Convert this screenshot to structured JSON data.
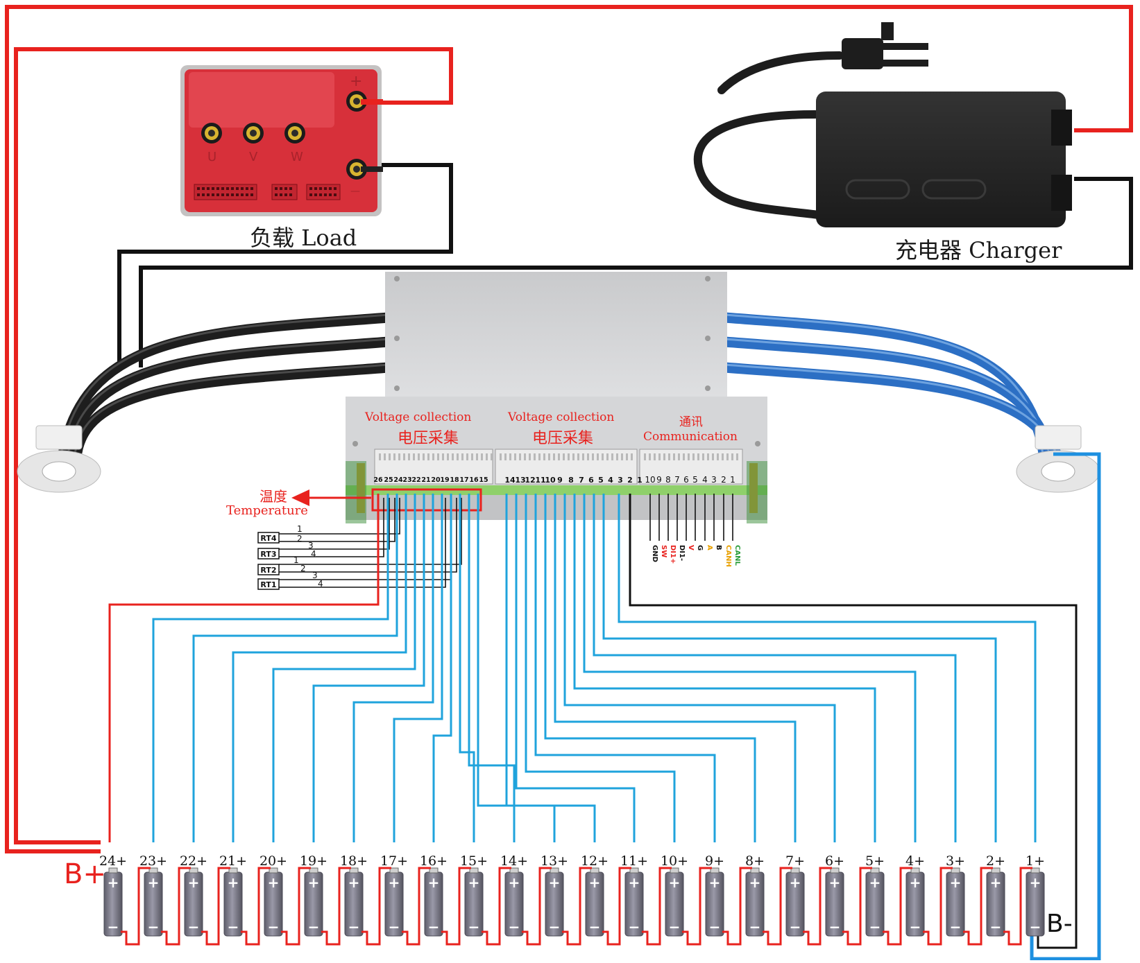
{
  "diagram": {
    "load": {
      "caption": "负载 Load",
      "phase_labels": [
        "U",
        "V",
        "W"
      ],
      "plus_symbol": "+",
      "minus_symbol": "—"
    },
    "charger": {
      "caption": "充电器 Charger"
    },
    "bms": {
      "voltage_collection_left": {
        "en": "Voltage collection",
        "zh": "电压采集"
      },
      "voltage_collection_right": {
        "en": "Voltage collection",
        "zh": "电压采集"
      },
      "communication": {
        "en": "Communication",
        "zh": "通讯"
      },
      "left_connector_pins": [
        "26",
        "25",
        "24",
        "23",
        "22",
        "21",
        "20",
        "19",
        "18",
        "17",
        "16",
        "15"
      ],
      "middle_connector_pins": [
        "14",
        "13",
        "12",
        "11",
        "10",
        "9",
        "8",
        "7",
        "6",
        "5",
        "4",
        "3",
        "2",
        "1"
      ],
      "comm_connector_pins": [
        "10",
        "9",
        "8",
        "7",
        "6",
        "5",
        "4",
        "3",
        "2",
        "1"
      ],
      "comm_signals": [
        {
          "label": "GND",
          "color": "#111111"
        },
        {
          "label": "SW",
          "color": "#e8221e"
        },
        {
          "label": "DI1+",
          "color": "#e8221e"
        },
        {
          "label": "DI1-",
          "color": "#111111"
        },
        {
          "label": "V",
          "color": "#e8221e"
        },
        {
          "label": "G",
          "color": "#111111"
        },
        {
          "label": "A",
          "color": "#e8a000"
        },
        {
          "label": "B",
          "color": "#111111"
        },
        {
          "label": "CANH",
          "color": "#e8a000"
        },
        {
          "label": "CANL",
          "color": "#2a9d3a"
        }
      ]
    },
    "temperature": {
      "zh": "温度",
      "en": "Temperature",
      "sensors": [
        "RT4",
        "RT3",
        "RT2",
        "RT1"
      ],
      "pin_numbers": [
        "1",
        "2",
        "3",
        "4"
      ]
    },
    "battery": {
      "cell_labels": [
        "24+",
        "23+",
        "22+",
        "21+",
        "20+",
        "19+",
        "18+",
        "17+",
        "16+",
        "15+",
        "14+",
        "13+",
        "12+",
        "11+",
        "10+",
        "9+",
        "8+",
        "7+",
        "6+",
        "5+",
        "4+",
        "3+",
        "2+",
        "1+"
      ],
      "b_plus": "B+",
      "b_minus": "B-",
      "cell_plus_symbol": "+",
      "cell_minus_symbol": "−"
    },
    "colors": {
      "positive_wire": "#e8221e",
      "negative_wire": "#111111",
      "sense_wire": "#1fa3dc",
      "b_minus_wire": "#1e90e0",
      "power_cable_black": "#1e1e1e",
      "power_cable_blue": "#2c6fc4",
      "board_body": "#d3d4d6",
      "load_red": "#d7303a",
      "charger_body": "#262626",
      "cell_body": "#7d7c8a"
    }
  }
}
